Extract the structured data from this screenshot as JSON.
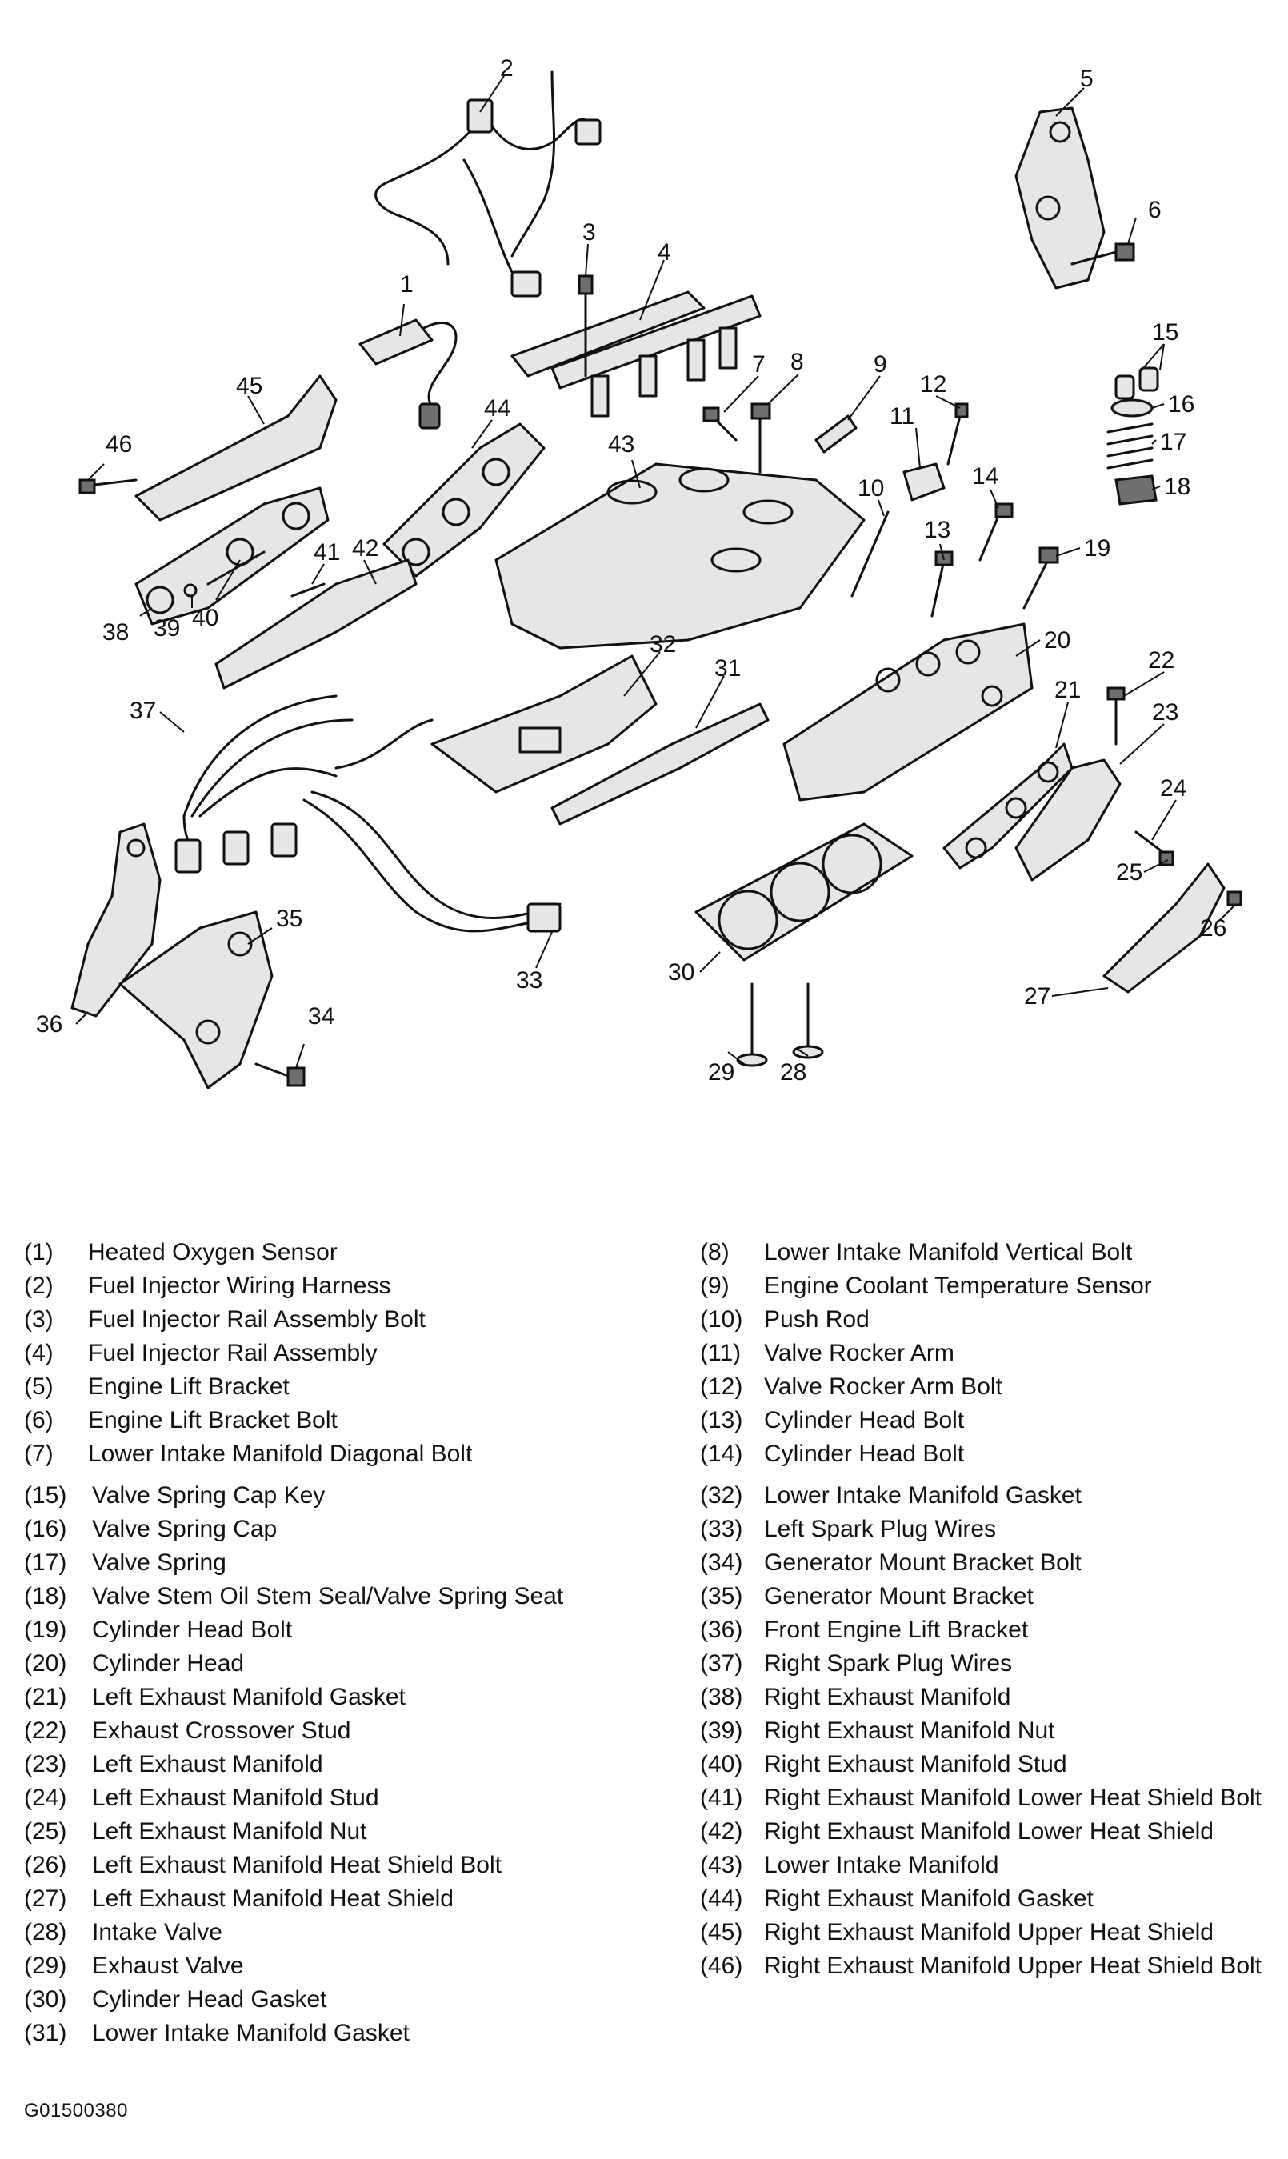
{
  "figure_code": "G01500380",
  "callout_numbers": [
    "1",
    "2",
    "3",
    "4",
    "5",
    "6",
    "7",
    "8",
    "9",
    "10",
    "11",
    "12",
    "13",
    "14",
    "15",
    "16",
    "17",
    "18",
    "19",
    "20",
    "21",
    "22",
    "23",
    "24",
    "25",
    "26",
    "27",
    "28",
    "29",
    "30",
    "31",
    "32",
    "33",
    "34",
    "35",
    "36",
    "37",
    "38",
    "39",
    "40",
    "41",
    "42",
    "43",
    "44",
    "45",
    "46"
  ],
  "legend": {
    "left": [
      {
        "num": "(1)",
        "label": "Heated Oxygen Sensor"
      },
      {
        "num": "(2)",
        "label": "Fuel Injector Wiring Harness"
      },
      {
        "num": "(3)",
        "label": "Fuel Injector Rail Assembly Bolt"
      },
      {
        "num": "(4)",
        "label": "Fuel Injector Rail Assembly"
      },
      {
        "num": "(5)",
        "label": "Engine Lift Bracket"
      },
      {
        "num": "(6)",
        "label": "Engine Lift Bracket Bolt"
      },
      {
        "num": "(7)",
        "label": "Lower Intake Manifold Diagonal Bolt"
      },
      {
        "num": "(15)",
        "label": "Valve Spring Cap Key"
      },
      {
        "num": "(16)",
        "label": "Valve Spring Cap"
      },
      {
        "num": "(17)",
        "label": "Valve Spring"
      },
      {
        "num": "(18)",
        "label": "Valve Stem Oil Stem Seal/Valve Spring Seat"
      },
      {
        "num": "(19)",
        "label": "Cylinder Head Bolt"
      },
      {
        "num": "(20)",
        "label": "Cylinder Head"
      },
      {
        "num": "(21)",
        "label": "Left Exhaust Manifold Gasket"
      },
      {
        "num": "(22)",
        "label": "Exhaust Crossover Stud"
      },
      {
        "num": "(23)",
        "label": "Left Exhaust Manifold"
      },
      {
        "num": "(24)",
        "label": "Left Exhaust Manifold Stud"
      },
      {
        "num": "(25)",
        "label": "Left Exhaust Manifold Nut"
      },
      {
        "num": "(26)",
        "label": "Left Exhaust Manifold Heat Shield Bolt"
      },
      {
        "num": "(27)",
        "label": "Left Exhaust Manifold Heat Shield"
      },
      {
        "num": "(28)",
        "label": "Intake Valve"
      },
      {
        "num": "(29)",
        "label": "Exhaust Valve"
      },
      {
        "num": "(30)",
        "label": "Cylinder Head Gasket"
      },
      {
        "num": "(31)",
        "label": "Lower Intake Manifold Gasket"
      }
    ],
    "right": [
      {
        "num": "(8)",
        "label": "Lower Intake Manifold Vertical Bolt"
      },
      {
        "num": "(9)",
        "label": "Engine Coolant Temperature Sensor"
      },
      {
        "num": "(10)",
        "label": "Push Rod"
      },
      {
        "num": "(11)",
        "label": "Valve Rocker Arm"
      },
      {
        "num": "(12)",
        "label": "Valve Rocker Arm Bolt"
      },
      {
        "num": "(13)",
        "label": "Cylinder Head Bolt"
      },
      {
        "num": "(14)",
        "label": "Cylinder Head Bolt"
      },
      {
        "num": "(32)",
        "label": "Lower Intake Manifold Gasket"
      },
      {
        "num": "(33)",
        "label": "Left Spark Plug Wires"
      },
      {
        "num": "(34)",
        "label": "Generator Mount Bracket Bolt"
      },
      {
        "num": "(35)",
        "label": "Generator Mount Bracket"
      },
      {
        "num": "(36)",
        "label": "Front Engine Lift Bracket"
      },
      {
        "num": "(37)",
        "label": "Right Spark Plug Wires"
      },
      {
        "num": "(38)",
        "label": "Right Exhaust Manifold"
      },
      {
        "num": "(39)",
        "label": "Right Exhaust Manifold Nut"
      },
      {
        "num": "(40)",
        "label": "Right Exhaust Manifold Stud"
      },
      {
        "num": "(41)",
        "label": "Right Exhaust Manifold Lower Heat Shield Bolt"
      },
      {
        "num": "(42)",
        "label": "Right Exhaust Manifold Lower Heat Shield"
      },
      {
        "num": "(43)",
        "label": "Lower Intake Manifold"
      },
      {
        "num": "(44)",
        "label": "Right Exhaust Manifold Gasket"
      },
      {
        "num": "(45)",
        "label": "Right Exhaust Manifold Upper Heat Shield"
      },
      {
        "num": "(46)",
        "label": "Right Exhaust Manifold Upper Heat Shield Bolt"
      }
    ]
  }
}
